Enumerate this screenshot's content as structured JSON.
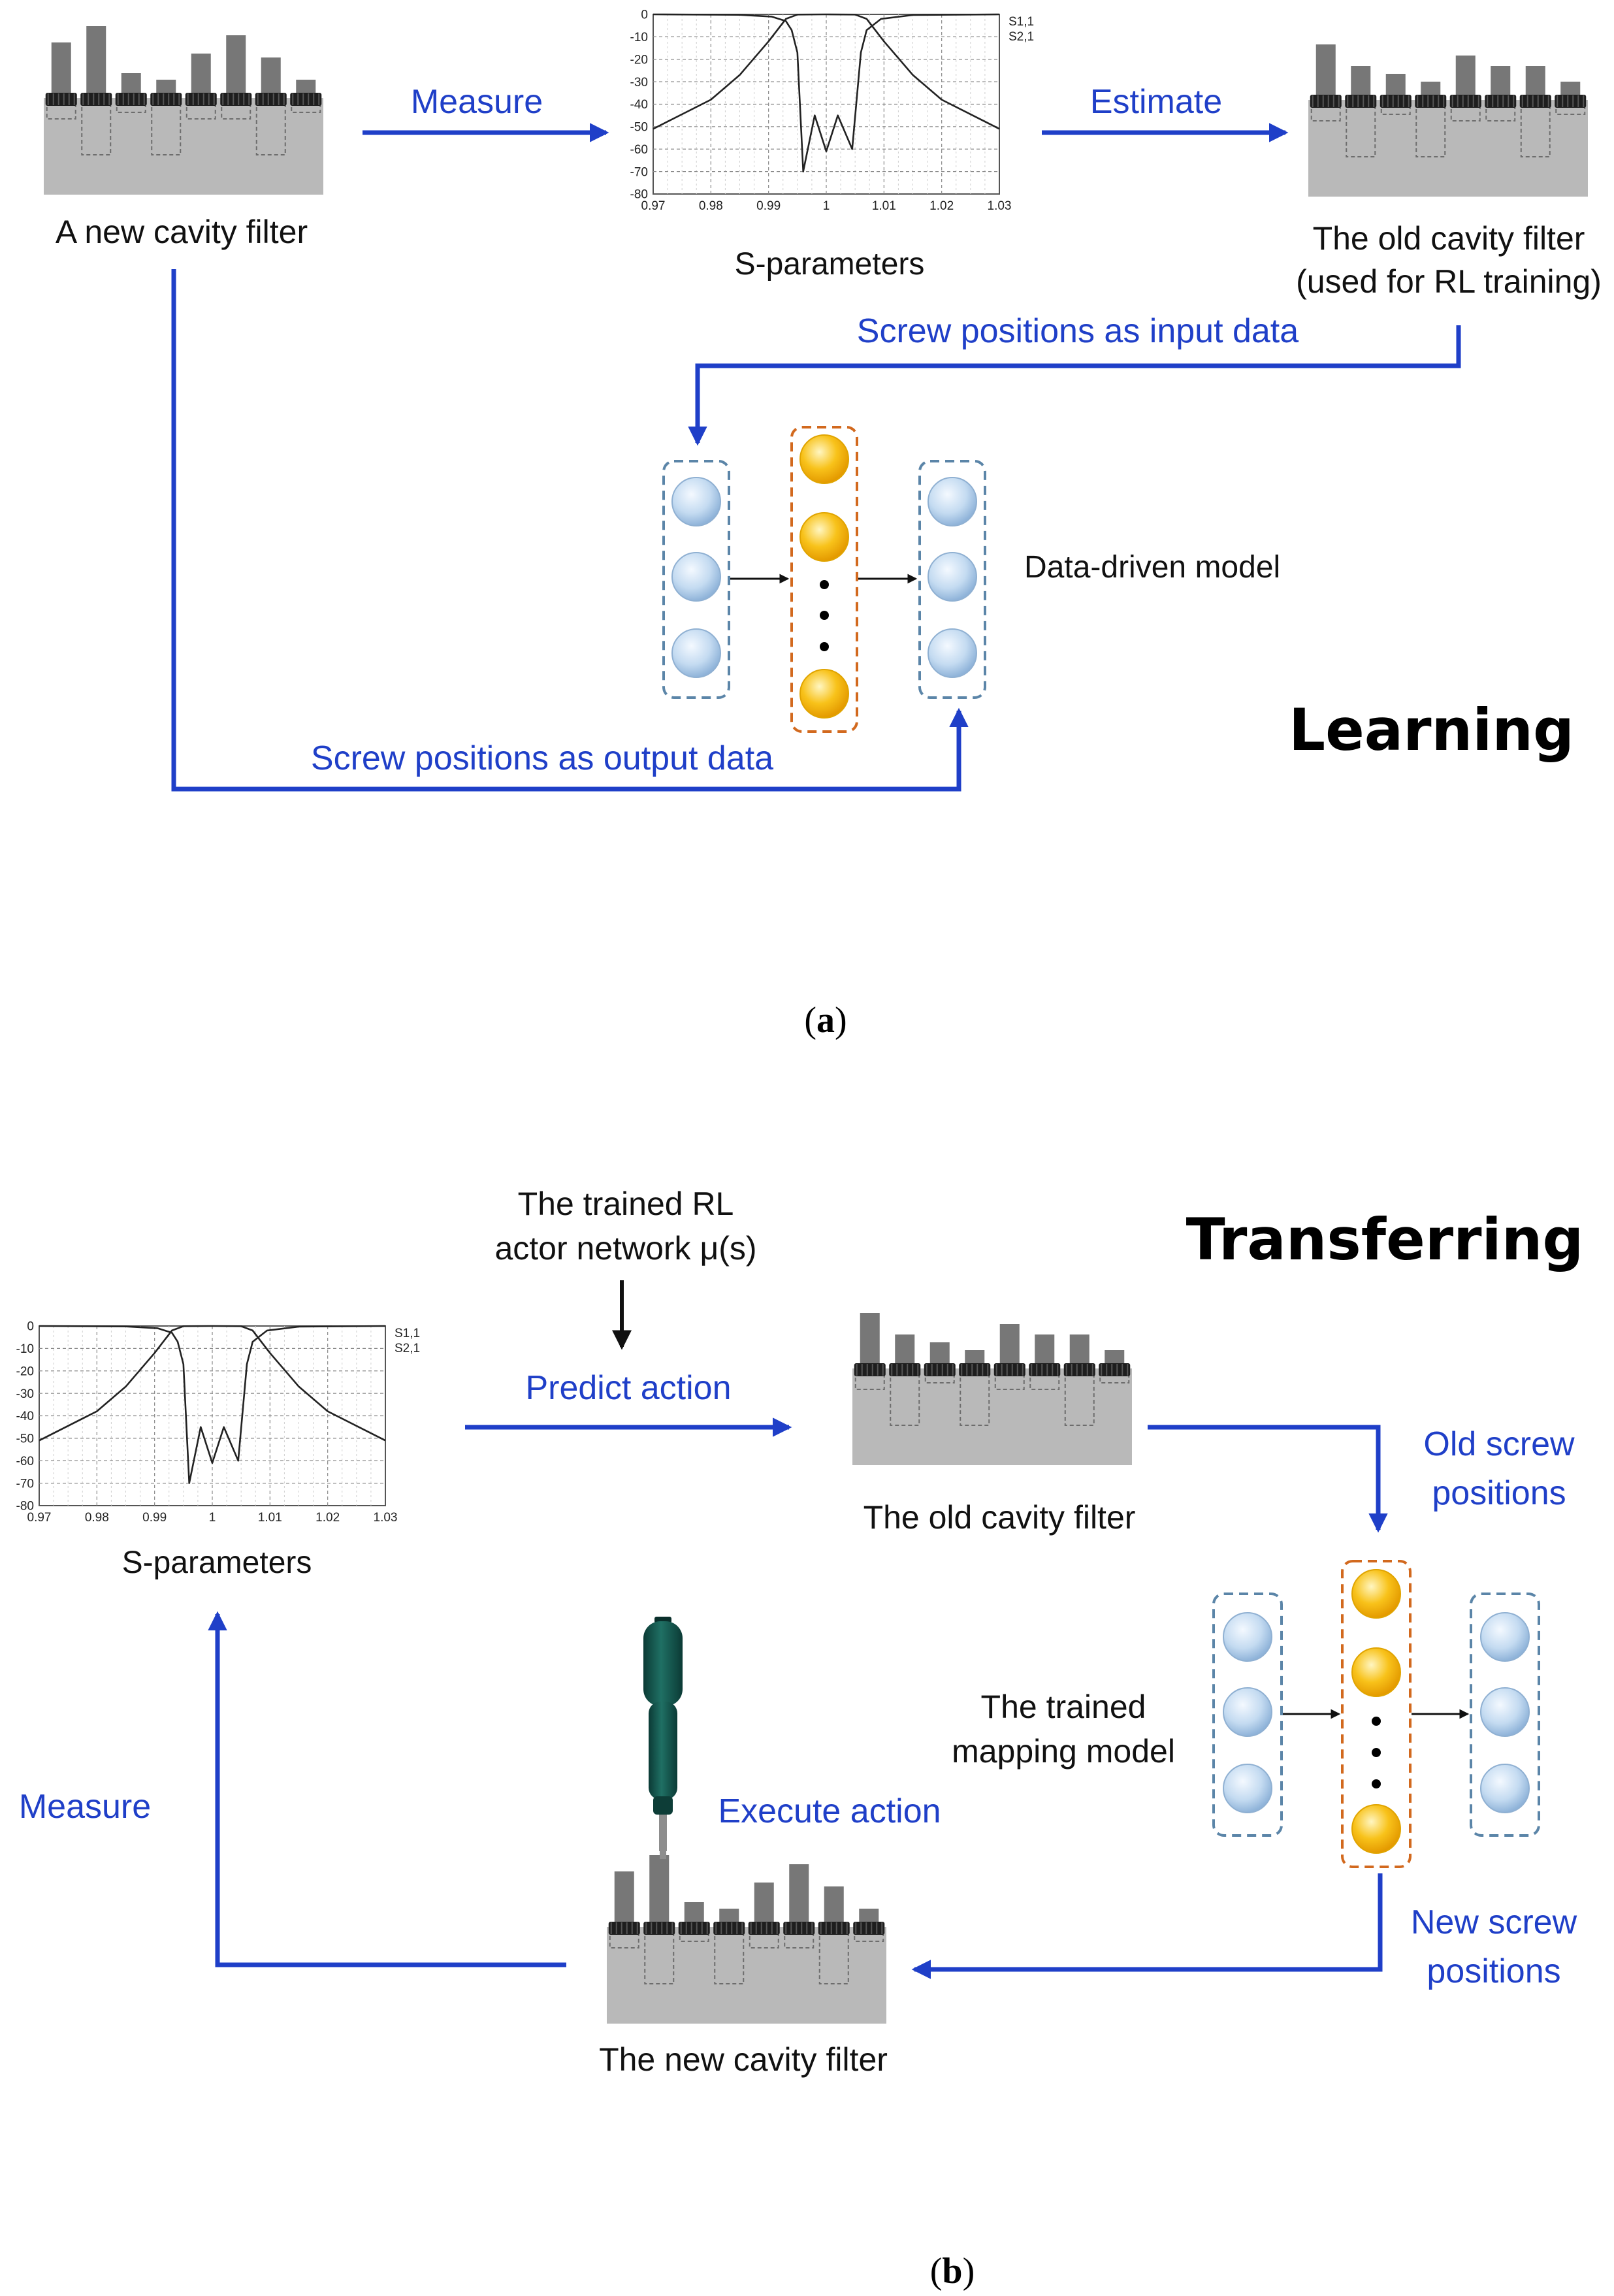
{
  "panel_a": {
    "heading": "Learning",
    "caption_open": "(",
    "caption_letter": "a",
    "caption_close": ")",
    "new_filter_label": "A new cavity filter",
    "sparams_label": "S-parameters",
    "old_filter_label_line1": "The old cavity filter",
    "old_filter_label_line2": "(used for RL training)",
    "measure_label": "Measure",
    "estimate_label": "Estimate",
    "input_data_label": "Screw positions as input data",
    "output_data_label": "Screw positions as output data",
    "model_label": "Data-driven model"
  },
  "panel_b": {
    "heading": "Transferring",
    "caption_open": "(",
    "caption_letter": "b",
    "caption_close": ")",
    "actor_line1": "The trained RL",
    "actor_line2": "actor network μ(s)",
    "predict_label": "Predict action",
    "old_filter_label": "The old cavity filter",
    "old_screw_line1": "Old screw",
    "old_screw_line2": "positions",
    "mapping_line1": "The trained",
    "mapping_line2": "mapping model",
    "new_screw_line1": "New screw",
    "new_screw_line2": "positions",
    "execute_label": "Execute action",
    "new_filter_label": "The new cavity filter",
    "measure_label": "Measure",
    "sparams_label": "S-parameters"
  },
  "chart_data": [
    {
      "type": "line",
      "title": "",
      "xlabel": "",
      "ylabel": "",
      "x_ticks": [
        "0.97",
        "0.98",
        "0.99",
        "1",
        "1.01",
        "1.02",
        "1.03"
      ],
      "y_ticks": [
        "0",
        "-10",
        "-20",
        "-30",
        "-40",
        "-50",
        "-60",
        "-70",
        "-80"
      ],
      "xlim": [
        0.97,
        1.03
      ],
      "ylim": [
        -80,
        0
      ],
      "grid": true,
      "legend_position": "top-right",
      "series": [
        {
          "name": "S1,1",
          "x": [
            0.97,
            0.985,
            0.9905,
            0.993,
            0.994,
            0.995,
            0.996,
            0.998,
            1.0,
            1.002,
            1.0045,
            1.006,
            1.007,
            1.0095,
            1.015,
            1.03
          ],
          "y": [
            0,
            -0.2,
            -1,
            -3,
            -7,
            -17,
            -70,
            -45,
            -61,
            -45,
            -60,
            -17,
            -7,
            -2,
            -0.3,
            0
          ]
        },
        {
          "name": "S2,1",
          "x": [
            0.97,
            0.98,
            0.985,
            0.99,
            0.993,
            0.995,
            1.0,
            1.005,
            1.007,
            1.01,
            1.015,
            1.02,
            1.03
          ],
          "y": [
            -51,
            -38,
            -27,
            -12,
            -2,
            -0.1,
            0,
            -0.1,
            -2,
            -12,
            -27,
            -38,
            -51
          ]
        }
      ]
    },
    {
      "type": "line",
      "title": "",
      "xlabel": "",
      "ylabel": "",
      "x_ticks": [
        "0.97",
        "0.98",
        "0.99",
        "1",
        "1.01",
        "1.02",
        "1.03"
      ],
      "y_ticks": [
        "0",
        "-10",
        "-20",
        "-30",
        "-40",
        "-50",
        "-60",
        "-70",
        "-80"
      ],
      "xlim": [
        0.97,
        1.03
      ],
      "ylim": [
        -80,
        0
      ],
      "grid": true,
      "legend_position": "top-right",
      "series": [
        {
          "name": "S1,1",
          "x": [
            0.97,
            0.985,
            0.9905,
            0.993,
            0.994,
            0.995,
            0.996,
            0.998,
            1.0,
            1.002,
            1.0045,
            1.006,
            1.007,
            1.0095,
            1.015,
            1.03
          ],
          "y": [
            0,
            -0.2,
            -1,
            -3,
            -7,
            -17,
            -70,
            -45,
            -61,
            -45,
            -60,
            -17,
            -7,
            -2,
            -0.3,
            0
          ]
        },
        {
          "name": "S2,1",
          "x": [
            0.97,
            0.98,
            0.985,
            0.99,
            0.993,
            0.995,
            1.0,
            1.005,
            1.007,
            1.01,
            1.015,
            1.02,
            1.03
          ],
          "y": [
            -51,
            -38,
            -27,
            -12,
            -2,
            -0.1,
            0,
            -0.1,
            -2,
            -12,
            -27,
            -38,
            -51
          ]
        }
      ]
    }
  ],
  "colors": {
    "arrow_blue": "#1f3fc8",
    "label_blue": "#1f3fc8",
    "filter_body": "#b9b9b9",
    "screw_bar": "#777777",
    "io_box": "#5b85a8",
    "hidden_box": "#d2691e",
    "node_blue": "#bcd6ef",
    "node_yellow": "#f5b800"
  }
}
